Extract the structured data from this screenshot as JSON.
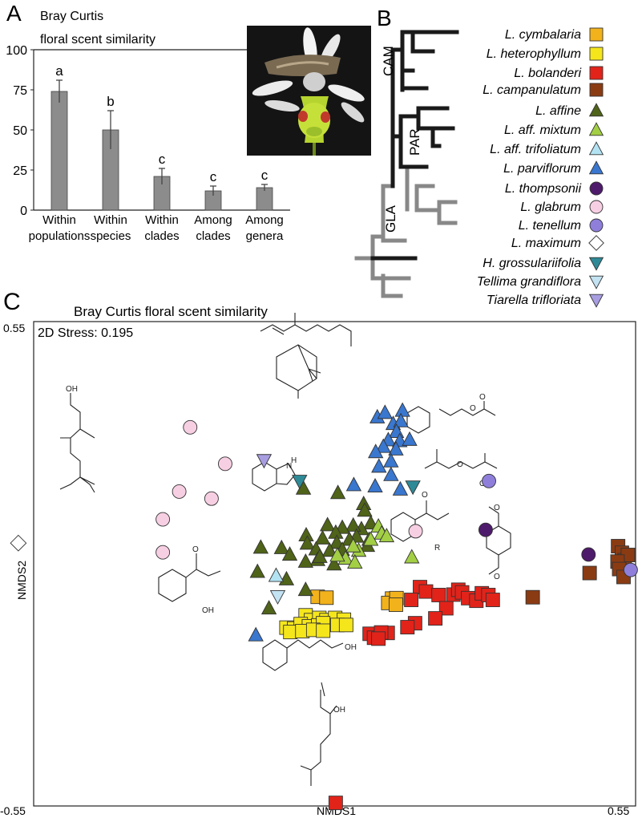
{
  "panel_a": {
    "panel_letter": "A",
    "title_line1": "Bray Curtis",
    "title_line2": "floral scent similarity"
  },
  "panel_b": {
    "panel_letter": "B",
    "clade_labels": [
      "CAM",
      "PAR",
      "GLA"
    ]
  },
  "panel_c": {
    "panel_letter": "C",
    "title": "Bray Curtis floral scent similarity",
    "stress": "2D Stress: 0.195",
    "y_top_label": "0.55",
    "x_left_label": "-0.55",
    "x_right_label": "0.55"
  },
  "molecule_labels": {
    "oh": "OH",
    "nh": "H",
    "n": "N",
    "r": "R",
    "o": "O"
  },
  "chart_data": [
    {
      "type": "bar",
      "categories": [
        [
          "Within",
          "populations"
        ],
        [
          "Within",
          "species"
        ],
        [
          "Within",
          "clades"
        ],
        [
          "Among",
          "clades"
        ],
        [
          "Among",
          "genera"
        ]
      ],
      "values": [
        74,
        50,
        21,
        12,
        14
      ],
      "error": [
        7,
        12,
        5,
        3,
        2
      ],
      "letters": [
        "a",
        "b",
        "c",
        "c",
        "c"
      ],
      "ylim": [
        0,
        100
      ],
      "yticks": [
        0,
        25,
        50,
        75,
        100
      ],
      "bar_color": "#8c8c8c"
    },
    {
      "type": "tree",
      "taxa": [
        {
          "name": "L. cymbalaria",
          "marker": "square",
          "color": "#f2b21b"
        },
        {
          "name": "L. heterophyllum",
          "marker": "square",
          "color": "#f5e61c"
        },
        {
          "name": "L. bolanderi",
          "marker": "square",
          "color": "#e2231a"
        },
        {
          "name": "L. campanulatum",
          "marker": "square",
          "color": "#8b3b12"
        },
        {
          "name": "L. affine",
          "marker": "triangle",
          "color": "#4f6319"
        },
        {
          "name": "L. aff. mixtum",
          "marker": "triangle",
          "color": "#a3cf45"
        },
        {
          "name": "L. aff. trifoliatum",
          "marker": "triangle",
          "color": "#b3e3f3"
        },
        {
          "name": "L. parviflorum",
          "marker": "triangle",
          "color": "#3a77cf"
        },
        {
          "name": "L. thompsonii",
          "marker": "circle",
          "color": "#4e1a6b"
        },
        {
          "name": "L. glabrum",
          "marker": "circle",
          "color": "#f7cfe3"
        },
        {
          "name": "L. tenellum",
          "marker": "circle",
          "color": "#8f7fdb"
        },
        {
          "name": "L. maximum",
          "marker": "diamond",
          "color": "#ffffff"
        },
        {
          "name": "H. grossulariifolia",
          "marker": "tri-down",
          "color": "#2f8a97"
        },
        {
          "name": "Tellima grandiflora",
          "marker": "tri-down",
          "color": "#c3e2f2"
        },
        {
          "name": "Tiarella trifloriata",
          "marker": "tri-down",
          "color": "#a79de0"
        }
      ]
    },
    {
      "type": "scatter",
      "xlabel": "NMDS1",
      "ylabel": "NMDS2",
      "xlim": [
        -0.55,
        0.55
      ],
      "ylim": [
        -0.55,
        0.55
      ],
      "series": [
        {
          "name": "L. cymbalaria",
          "marker": "square",
          "color": "#f2b21b",
          "points": [
            [
              -0.031,
              -0.075
            ],
            [
              -0.015,
              -0.077
            ],
            [
              0.105,
              -0.079
            ],
            [
              0.098,
              -0.089
            ],
            [
              0.113,
              -0.078
            ],
            [
              0.112,
              -0.093
            ]
          ]
        },
        {
          "name": "L. heterophyllum",
          "marker": "square",
          "color": "#f5e61c",
          "points": [
            [
              -0.053,
              -0.117
            ],
            [
              -0.043,
              -0.128
            ],
            [
              -0.028,
              -0.123
            ],
            [
              -0.015,
              -0.128
            ],
            [
              0.001,
              -0.123
            ],
            [
              0.017,
              -0.127
            ],
            [
              -0.088,
              -0.145
            ],
            [
              -0.074,
              -0.147
            ],
            [
              -0.062,
              -0.137
            ],
            [
              -0.047,
              -0.142
            ],
            [
              -0.03,
              -0.14
            ],
            [
              -0.021,
              -0.135
            ],
            [
              0.005,
              -0.139
            ],
            [
              0.021,
              -0.139
            ],
            [
              -0.081,
              -0.155
            ],
            [
              -0.059,
              -0.153
            ],
            [
              -0.039,
              -0.15
            ],
            [
              -0.021,
              -0.152
            ]
          ]
        },
        {
          "name": "L. bolanderi",
          "marker": "square",
          "color": "#e2231a",
          "points": [
            [
              0.156,
              -0.053
            ],
            [
              0.167,
              -0.063
            ],
            [
              0.19,
              -0.071
            ],
            [
              0.217,
              -0.07
            ],
            [
              0.226,
              -0.059
            ],
            [
              0.233,
              -0.065
            ],
            [
              0.244,
              -0.078
            ],
            [
              0.259,
              -0.084
            ],
            [
              0.269,
              -0.067
            ],
            [
              0.281,
              -0.071
            ],
            [
              0.289,
              -0.082
            ],
            [
              0.204,
              -0.101
            ],
            [
              0.184,
              -0.124
            ],
            [
              0.147,
              -0.135
            ],
            [
              0.133,
              -0.144
            ],
            [
              0.097,
              -0.157
            ],
            [
              0.064,
              -0.159
            ],
            [
              0.072,
              -0.168
            ],
            [
              0.085,
              -0.156
            ],
            [
              0.08,
              -0.17
            ],
            [
              0.14,
              -0.082
            ],
            [
              0.002,
              -0.543
            ]
          ]
        },
        {
          "name": "L. campanulatum",
          "marker": "square",
          "color": "#8b3b12",
          "points": [
            [
              0.518,
              0.04
            ],
            [
              0.525,
              0.025
            ],
            [
              0.53,
              0.008
            ],
            [
              0.536,
              0.02
            ],
            [
              0.517,
              0.005
            ],
            [
              0.52,
              -0.012
            ],
            [
              0.528,
              -0.03
            ],
            [
              0.466,
              -0.021
            ],
            [
              0.362,
              -0.076
            ]
          ]
        },
        {
          "name": "L. affine",
          "marker": "triangle",
          "color": "#4f6319",
          "points": [
            [
              -0.057,
              0.171
            ],
            [
              0.006,
              0.161
            ],
            [
              0.053,
              0.136
            ],
            [
              0.055,
              0.121
            ],
            [
              0.066,
              0.092
            ],
            [
              0.049,
              0.079
            ],
            [
              0.034,
              0.087
            ],
            [
              0.014,
              0.082
            ],
            [
              -0.013,
              0.088
            ],
            [
              0.002,
              0.071
            ],
            [
              0.04,
              0.062
            ],
            [
              0.063,
              0.055
            ],
            [
              0.06,
              0.041
            ],
            [
              0.027,
              0.055
            ],
            [
              0.004,
              0.048
            ],
            [
              -0.022,
              0.058
            ],
            [
              -0.052,
              0.065
            ],
            [
              -0.05,
              0.046
            ],
            [
              -0.034,
              0.033
            ],
            [
              -0.009,
              0.03
            ],
            [
              0.014,
              0.032
            ],
            [
              -0.135,
              0.037
            ],
            [
              -0.097,
              0.036
            ],
            [
              -0.082,
              0.021
            ],
            [
              -0.031,
              0.009
            ],
            [
              -0.053,
              0.005
            ],
            [
              -0.027,
              0.016
            ],
            [
              -0.001,
              -0.001
            ],
            [
              -0.141,
              -0.018
            ],
            [
              -0.088,
              -0.035
            ],
            [
              -0.053,
              -0.059
            ],
            [
              -0.12,
              -0.101
            ]
          ]
        },
        {
          "name": "L. aff. mixtum",
          "marker": "triangle",
          "color": "#a3cf45",
          "points": [
            [
              0.08,
              0.085
            ],
            [
              0.086,
              0.069
            ],
            [
              0.066,
              0.055
            ],
            [
              0.095,
              0.063
            ],
            [
              0.044,
              0.03
            ],
            [
              0.034,
              0.04
            ],
            [
              0.02,
              0.012
            ],
            [
              0.037,
              0.003
            ],
            [
              0.005,
              0.019
            ],
            [
              0.141,
              0.015
            ]
          ]
        },
        {
          "name": "L. aff. trifoliatum",
          "marker": "triangle",
          "color": "#b3e3f3",
          "points": [
            [
              -0.107,
              -0.027
            ]
          ]
        },
        {
          "name": "L. parviflorum",
          "marker": "triangle",
          "color": "#3a77cf",
          "points": [
            [
              0.078,
              0.333
            ],
            [
              0.092,
              0.343
            ],
            [
              0.124,
              0.348
            ],
            [
              0.107,
              0.318
            ],
            [
              0.121,
              0.324
            ],
            [
              0.113,
              0.3
            ],
            [
              0.098,
              0.281
            ],
            [
              0.119,
              0.279
            ],
            [
              0.137,
              0.282
            ],
            [
              0.112,
              0.26
            ],
            [
              0.089,
              0.266
            ],
            [
              0.075,
              0.254
            ],
            [
              0.103,
              0.233
            ],
            [
              0.081,
              0.221
            ],
            [
              0.103,
              0.202
            ],
            [
              0.074,
              0.176
            ],
            [
              0.035,
              0.179
            ],
            [
              0.12,
              0.169
            ],
            [
              -0.144,
              -0.162
            ]
          ]
        },
        {
          "name": "L. thompsonii",
          "marker": "circle",
          "color": "#4e1a6b",
          "points": [
            [
              0.276,
              0.077
            ],
            [
              0.464,
              0.021
            ]
          ]
        },
        {
          "name": "L. glabrum",
          "marker": "circle",
          "color": "#f7cfe3",
          "points": [
            [
              -0.264,
              0.31
            ],
            [
              -0.2,
              0.227
            ],
            [
              -0.284,
              0.164
            ],
            [
              -0.225,
              0.148
            ],
            [
              0.148,
              0.074
            ],
            [
              -0.314,
              0.101
            ],
            [
              -0.314,
              0.026
            ]
          ]
        },
        {
          "name": "L. tenellum",
          "marker": "circle",
          "color": "#8f7fdb",
          "points": [
            [
              0.282,
              0.188
            ],
            [
              0.541,
              -0.014
            ]
          ]
        },
        {
          "name": "L. maximum",
          "marker": "diamond",
          "color": "#ffffff",
          "points": [
            [
              -0.578,
              0.047
            ]
          ]
        },
        {
          "name": "H. grossulariifolia",
          "marker": "tri-down",
          "color": "#2f8a97",
          "points": [
            [
              -0.064,
              0.188
            ],
            [
              0.143,
              0.175
            ]
          ]
        },
        {
          "name": "Tellima grandiflora",
          "marker": "tri-down",
          "color": "#c3e2f2",
          "points": [
            [
              -0.104,
              -0.074
            ]
          ]
        },
        {
          "name": "Tiarella trifloriata",
          "marker": "tri-down",
          "color": "#a79de0",
          "points": [
            [
              -0.129,
              0.235
            ]
          ]
        }
      ]
    }
  ]
}
